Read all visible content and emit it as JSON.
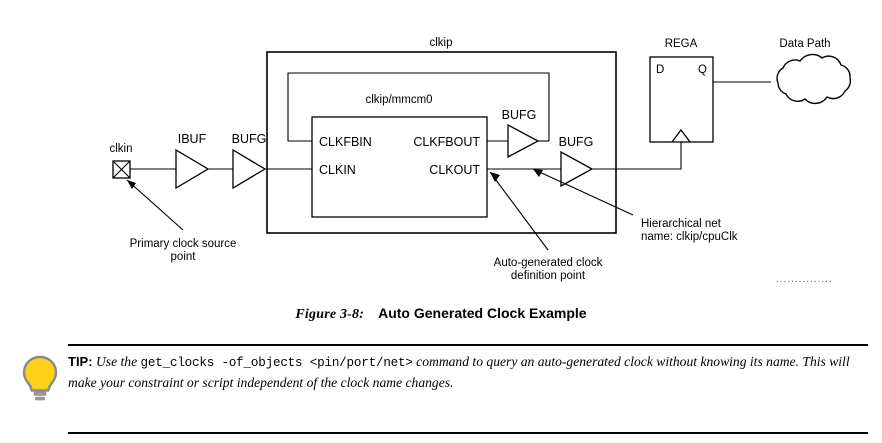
{
  "figure": {
    "caption_label": "Figure 3-8:",
    "caption_title": "Auto Generated Clock Example"
  },
  "diagram": {
    "port_clkin": "clkin",
    "ibuf": "IBUF",
    "bufg_in": "BUFG",
    "outer_block": "clkip",
    "inner_block": "clkip/mmcm0",
    "pins": {
      "clkfbin": "CLKFBIN",
      "clkin": "CLKIN",
      "clkfbout": "CLKFBOUT",
      "clkout": "CLKOUT"
    },
    "bufg_fb": "BUFG",
    "bufg_out": "BUFG",
    "reg_name": "REGA",
    "reg_d": "D",
    "reg_q": "Q",
    "data_path": "Data Path",
    "annotations": {
      "primary_source_l1": "Primary clock source",
      "primary_source_l2": "point",
      "autogen_l1": "Auto-generated clock",
      "autogen_l2": "definition point",
      "hier_net_l1": "Hierarchical net",
      "hier_net_l2": "name: clkip/cpuClk"
    },
    "dotted_artifact": "..............."
  },
  "tip": {
    "label": "TIP:",
    "part1": "Use the",
    "code1": "get_clocks -of_objects <pin/port/net>",
    "part2": "command to query an auto-generated clock without knowing its name. This will make your constraint or script independent of the clock name changes."
  },
  "colors": {
    "bulb_fill": "#FFD11A",
    "bulb_stroke": "#8A8A8A",
    "line": "#000000"
  }
}
